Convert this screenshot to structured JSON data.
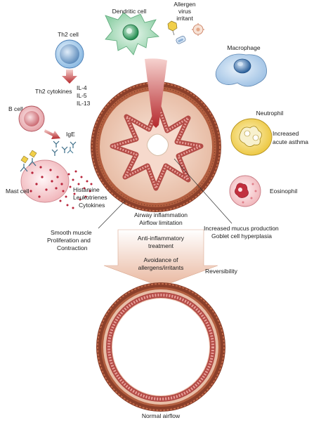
{
  "labels": {
    "dendritic_cell": "Dendritic cell",
    "allergen_line1": "Allergen",
    "allergen_line2": "virus",
    "allergen_line3": "irritant",
    "th2_cell": "Th2 cell",
    "th2_cytokines": "Th2 cytokines",
    "il4": "IL-4",
    "il5": "IL-5",
    "il13": "IL-13",
    "macrophage": "Macrophage",
    "b_cell": "B cell",
    "ige": "IgE",
    "neutrophil": "Neutrophil",
    "increased_line1": "Increased",
    "increased_line2": "acute asthma",
    "mast_cell": "Mast cell",
    "histamine": "Histamine",
    "leukotrienes": "Leukotrienes",
    "cytokines": "Cytokines",
    "eosinophil": "Eosinophil",
    "airway_inflammation": "Airway inflammation",
    "airflow_limitation": "Airflow limitation",
    "smooth_muscle_line1": "Smooth muscle",
    "smooth_muscle_line2": "Proliferation and",
    "smooth_muscle_line3": "Contraction",
    "mucus_line1": "Increased mucus production",
    "mucus_line2": "Goblet cell hyperplasia",
    "anti_inflammatory_line1": "Anti-inflammatory",
    "anti_inflammatory_line2": "treatment",
    "avoidance_line1": "Avoidance of",
    "avoidance_line2": "allergens/irritants",
    "reversibility": "Reversibility",
    "normal_airflow": "Normal airflow"
  },
  "colors": {
    "airway_wall": "#9a4a2c",
    "airway_lumen": "#f2d9c9",
    "smooth_muscle": "#c9766a",
    "dendritic_cell": "#9fd6b2",
    "th2_cell": "#9dc4e6",
    "b_cell": "#e9a3a6",
    "mast_cell": "#f3c0c3",
    "macrophage": "#a9c7e6",
    "neutrophil": "#f1cf4a",
    "eosinophil": "#f3c0c3",
    "arrow": "#c8362f"
  }
}
